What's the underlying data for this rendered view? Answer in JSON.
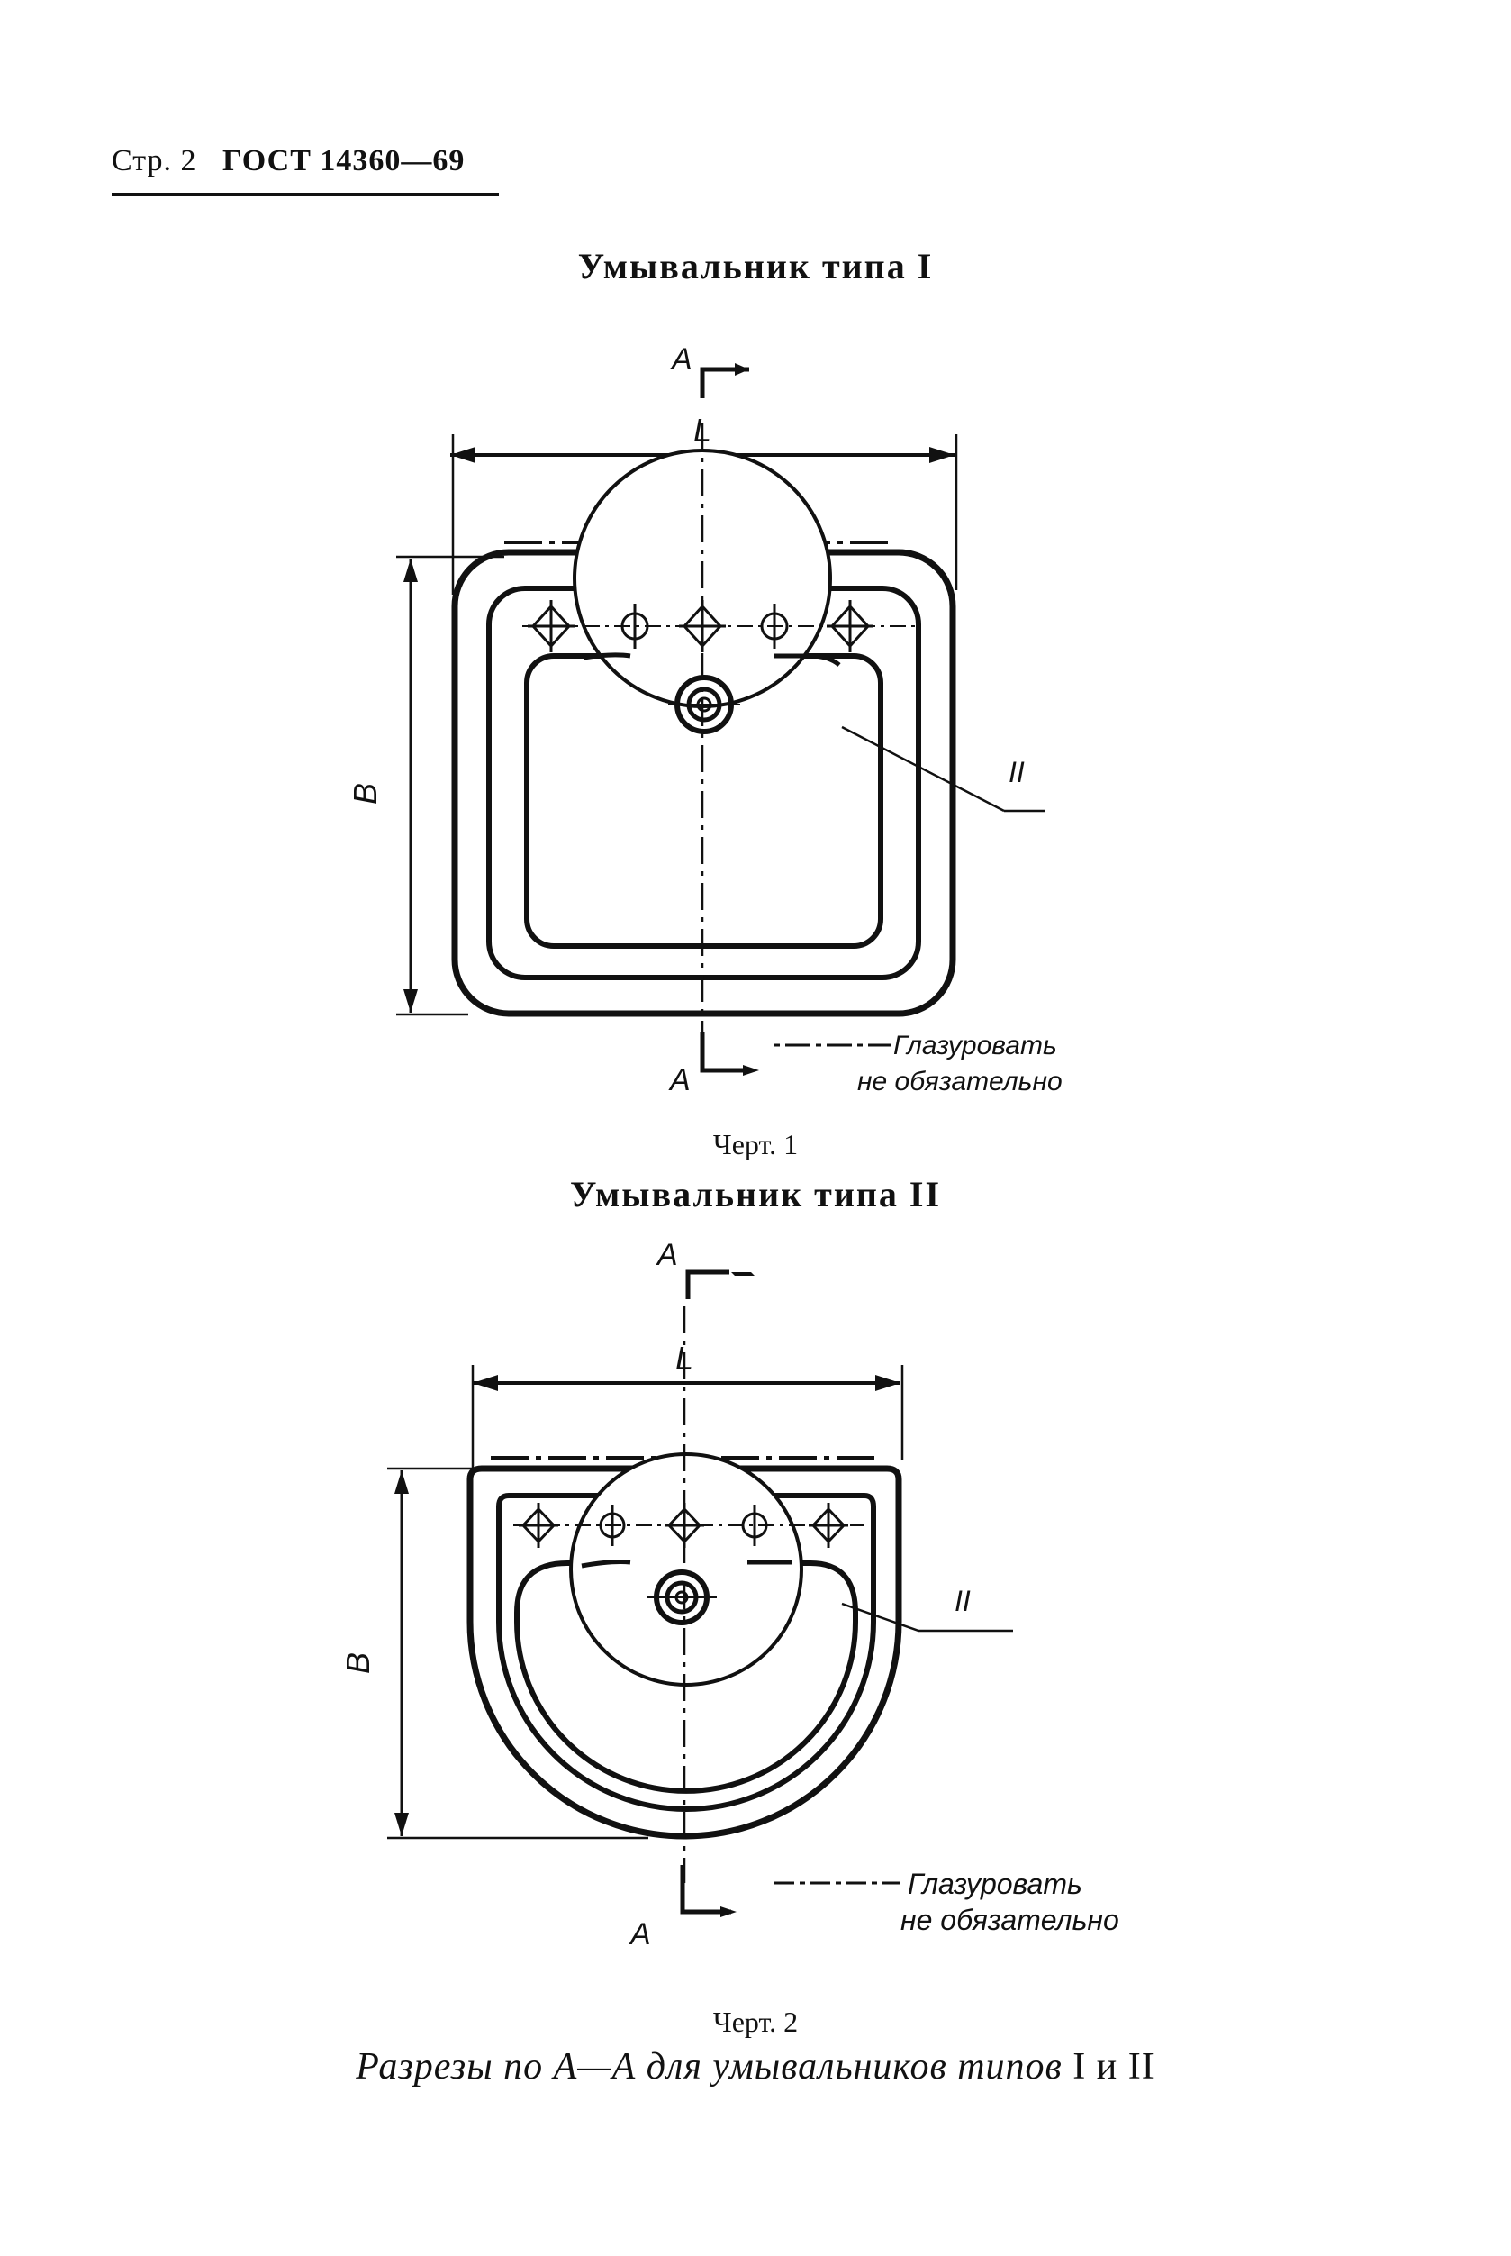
{
  "header": {
    "page": "Стр. 2",
    "standard": "ГОСТ 14360—69"
  },
  "figure1": {
    "title": "Умывальник типа I",
    "caption": "Черт. 1",
    "section_label": "А",
    "width_label": "L",
    "height_label": "В",
    "detail_label": "II",
    "note_line1": "Глазуровать",
    "note_line2": "не обязательно"
  },
  "figure2": {
    "title": "Умывальник типа II",
    "caption": "Черт. 2",
    "section_label": "А",
    "width_label": "L",
    "height_label": "В",
    "detail_label": "II",
    "note_line1": "Глазуровать",
    "note_line2": "не обязательно"
  },
  "sections": {
    "title_text": "Разрезы по А—А для умывальников типов ",
    "title_roman": "I и II"
  }
}
